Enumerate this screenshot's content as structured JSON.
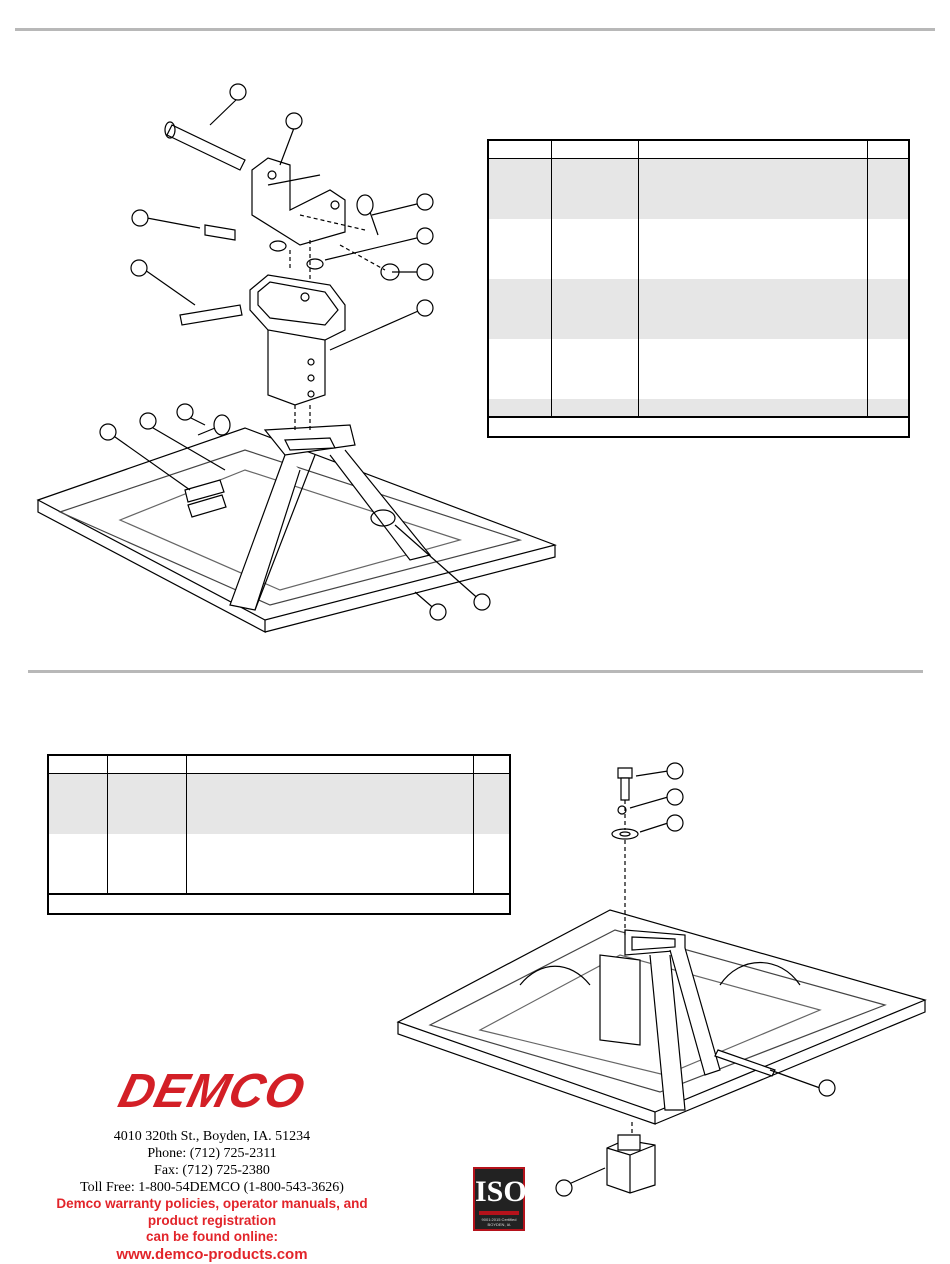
{
  "footer": {
    "logo_text": "DEMCO",
    "address": "4010 320th St.,  Boyden, IA. 51234",
    "phone": "Phone: (712) 725-2311",
    "fax": "Fax: (712) 725-2380",
    "toll_free": "Toll Free: 1-800-54DEMCO (1-800-543-3626)",
    "warranty_line1": "Demco warranty policies, operator manuals, and product registration",
    "warranty_line2": "can be found online:",
    "url": "www.demco-products.com"
  },
  "iso_badge": {
    "mark": "ISO",
    "certified": "9001:2015 Certified",
    "location": "BOYDEN, IA"
  },
  "colors": {
    "brand_red": "#d31f26",
    "rule_gray": "#b8b8b8",
    "table_shade": "#e6e6e6"
  }
}
